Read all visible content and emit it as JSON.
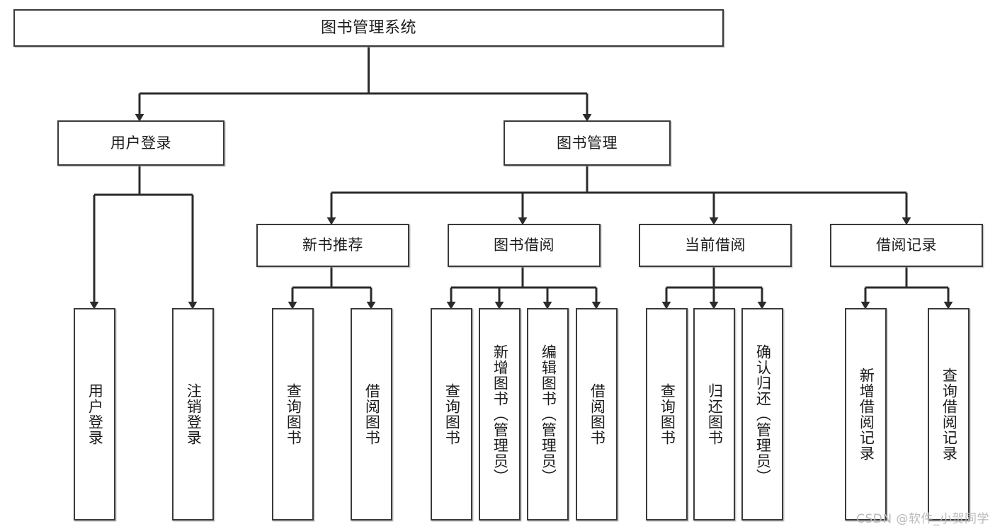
{
  "diagram": {
    "title": "图书管理系统",
    "type": "tree",
    "watermark": "CSDN @软件_小贺同学",
    "accent_color": "#3a3a3a",
    "background_color": "#ffffff",
    "shadow_color": "#969696"
  },
  "nodes": {
    "root": {
      "label": "图书管理系统"
    },
    "level2": [
      {
        "label": "用户登录"
      },
      {
        "label": "图书管理"
      }
    ],
    "level3": [
      {
        "label": "新书推荐"
      },
      {
        "label": "图书借阅"
      },
      {
        "label": "当前借阅"
      },
      {
        "label": "借阅记录"
      }
    ],
    "leaves": {
      "user_login": [
        {
          "label": "用户登录"
        },
        {
          "label": "注销登录"
        }
      ],
      "new_book_recommend": [
        {
          "label": "查询图书"
        },
        {
          "label": "借阅图书"
        }
      ],
      "book_borrow": [
        {
          "label": "查询图书"
        },
        {
          "label": "新增图书（管理员）"
        },
        {
          "label": "编辑图书（管理员）"
        },
        {
          "label": "借阅图书"
        }
      ],
      "current_borrow": [
        {
          "label": "查询图书"
        },
        {
          "label": "归还图书"
        },
        {
          "label": "确认归还（管理员）"
        }
      ],
      "borrow_record": [
        {
          "label": "新增借阅记录"
        },
        {
          "label": "查询借阅记录"
        }
      ]
    }
  }
}
